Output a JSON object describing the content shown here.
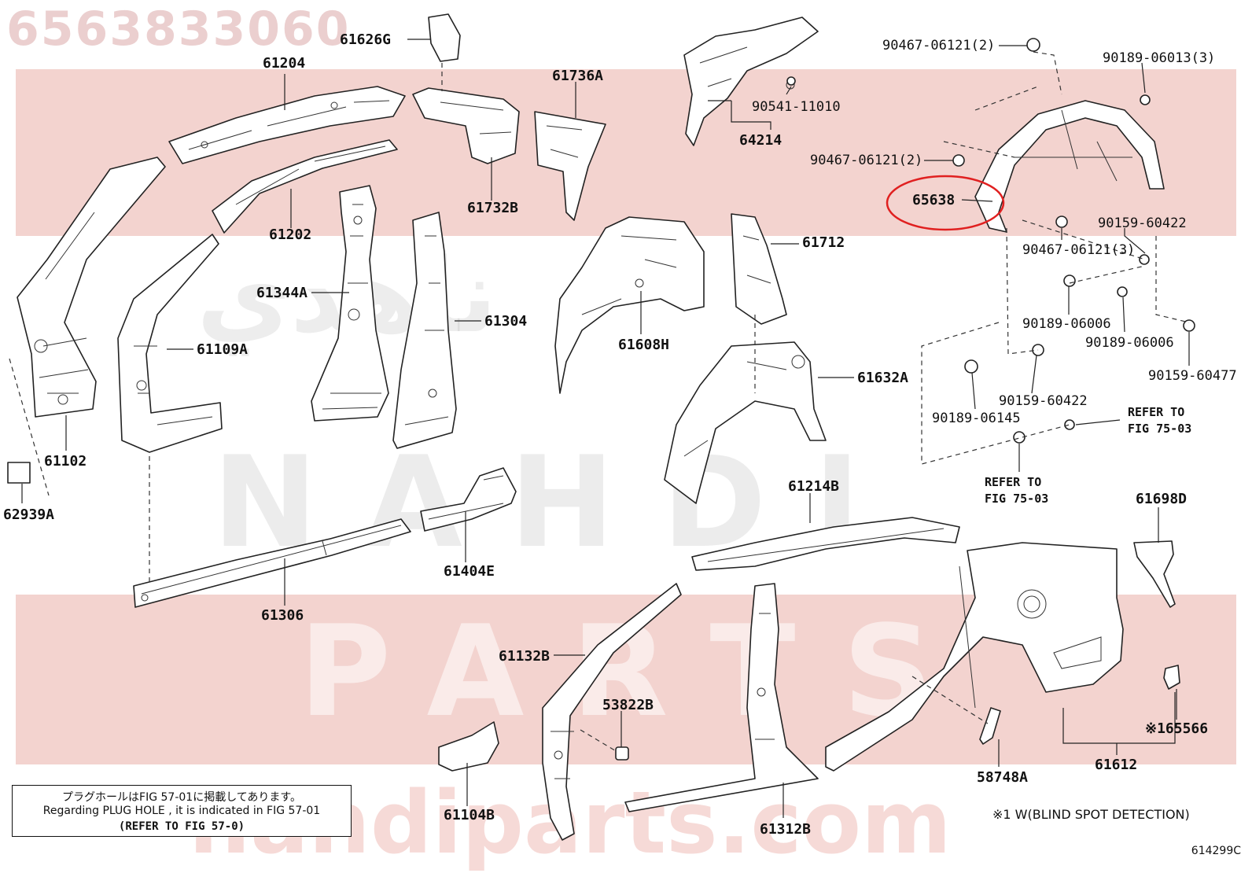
{
  "part_number": "6563833060",
  "watermark": {
    "brand_arabic": "ناهدي",
    "brand_top": "NAHDI",
    "brand_bottom": "PARTS",
    "url": "nahdiparts.com"
  },
  "highlight": {
    "label": "65638",
    "color": "#e02020"
  },
  "callouts": {
    "61626G": "61626G",
    "61204": "61204",
    "61736A": "61736A",
    "61732B": "61732B",
    "64214": "64214",
    "90541_11010": "90541-11010",
    "90467_06121_2_top": "90467-06121(2)",
    "90189_06013_3": "90189-06013(3)",
    "90467_06121_2_mid": "90467-06121(2)",
    "65638": "65638",
    "90159_60422_a": "90159-60422",
    "90467_06121_3": "90467-06121(3)",
    "90189_06006_a": "90189-06006",
    "90189_06006_b": "90189-06006",
    "90159_60477": "90159-60477",
    "90159_60422_b": "90159-60422",
    "90189_06145": "90189-06145",
    "refer_right_1": "REFER TO",
    "refer_right_2": "FIG 75-03",
    "refer_bottom_1": "REFER TO",
    "refer_bottom_2": "FIG 75-03",
    "61202": "61202",
    "61344A": "61344A",
    "61304": "61304",
    "61109A": "61109A",
    "61102": "61102",
    "62939A": "62939A",
    "61608H": "61608H",
    "61712": "61712",
    "61632A": "61632A",
    "61214B": "61214B",
    "61698D": "61698D",
    "61404E": "61404E",
    "61306": "61306",
    "61132B": "61132B",
    "53822B": "53822B",
    "61104B": "61104B",
    "61312B": "61312B",
    "58748A": "58748A",
    "165566": "※165566",
    "61612": "61612"
  },
  "note": {
    "line1": "プラグホールはFIG 57-01に掲載してあります。",
    "line2": "Regarding PLUG HOLE , it is indicated in FIG 57-01",
    "line3": "(REFER TO FIG 57-0)"
  },
  "footnote": "※1 W(BLIND SPOT DETECTION)",
  "figure_id": "614299C"
}
